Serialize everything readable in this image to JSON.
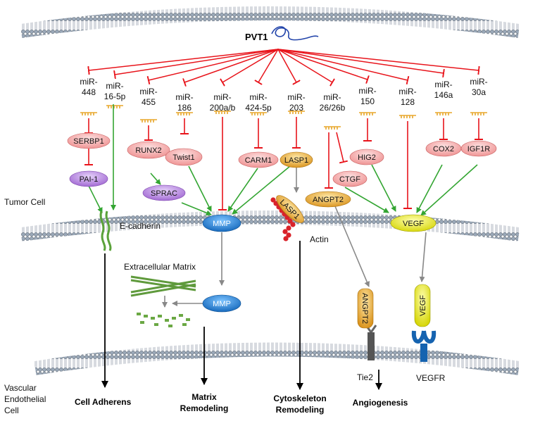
{
  "title": "PVT1",
  "mirnas": [
    {
      "l1": "miR-",
      "l2": "448"
    },
    {
      "l1": "miR-",
      "l2": "16-5p"
    },
    {
      "l1": "miR-",
      "l2": "455"
    },
    {
      "l1": "miR-",
      "l2": "186"
    },
    {
      "l1": "miR-",
      "l2": "200a/b"
    },
    {
      "l1": "miR-",
      "l2": "424-5p"
    },
    {
      "l1": "miR-",
      "l2": "203"
    },
    {
      "l1": "miR-",
      "l2": "26/26b"
    },
    {
      "l1": "miR-",
      "l2": "150"
    },
    {
      "l1": "miR-",
      "l2": "128"
    },
    {
      "l1": "miR-",
      "l2": "146a"
    },
    {
      "l1": "miR-",
      "l2": "30a"
    }
  ],
  "targets": {
    "serbp1": "SERBP1",
    "pai1": "PAI-1",
    "runx2": "RUNX2",
    "sprac": "SPRAC",
    "twist1": "Twist1",
    "carm1": "CARM1",
    "lasp1": "LASP1",
    "lasp1_actin": "LASP1",
    "angpt2": "ANGPT2",
    "ctgf": "CTGF",
    "hig2": "HIG2",
    "cox2": "COX2",
    "igf1r": "IGF1R",
    "mmp": "MMP",
    "mmp2": "MMP",
    "vegf": "VEGF",
    "angpt2_receptor": "ANGPT2",
    "vegf_receptor": "VEGF"
  },
  "labels": {
    "tumor_cell": "Tumor Cell",
    "e_cadherin": "E-cadherin",
    "actin": "Actin",
    "extracellular_matrix": "Extracellular Matrix",
    "tie2": "Tie2",
    "vegfr": "VEGFR",
    "vascular_1": "Vascular",
    "vascular_2": "Endothelial",
    "vascular_3": "Cell"
  },
  "outcomes": {
    "cell_adherens": "Cell Adherens",
    "matrix_1": "Matrix",
    "matrix_2": "Remodeling",
    "cyto_1": "Cytoskeleton",
    "cyto_2": "Remodeling",
    "angiogenesis": "Angiogenesis"
  },
  "colors": {
    "inhibit": "#e8141b",
    "activate": "#33a532",
    "flow": "#888888",
    "membrane": "#7f8fa3",
    "pink": "#f2a0a0",
    "purple": "#b27fd9",
    "blue": "#1a7fd9",
    "yellow": "#e6e600",
    "orange": "#e8a72a"
  }
}
